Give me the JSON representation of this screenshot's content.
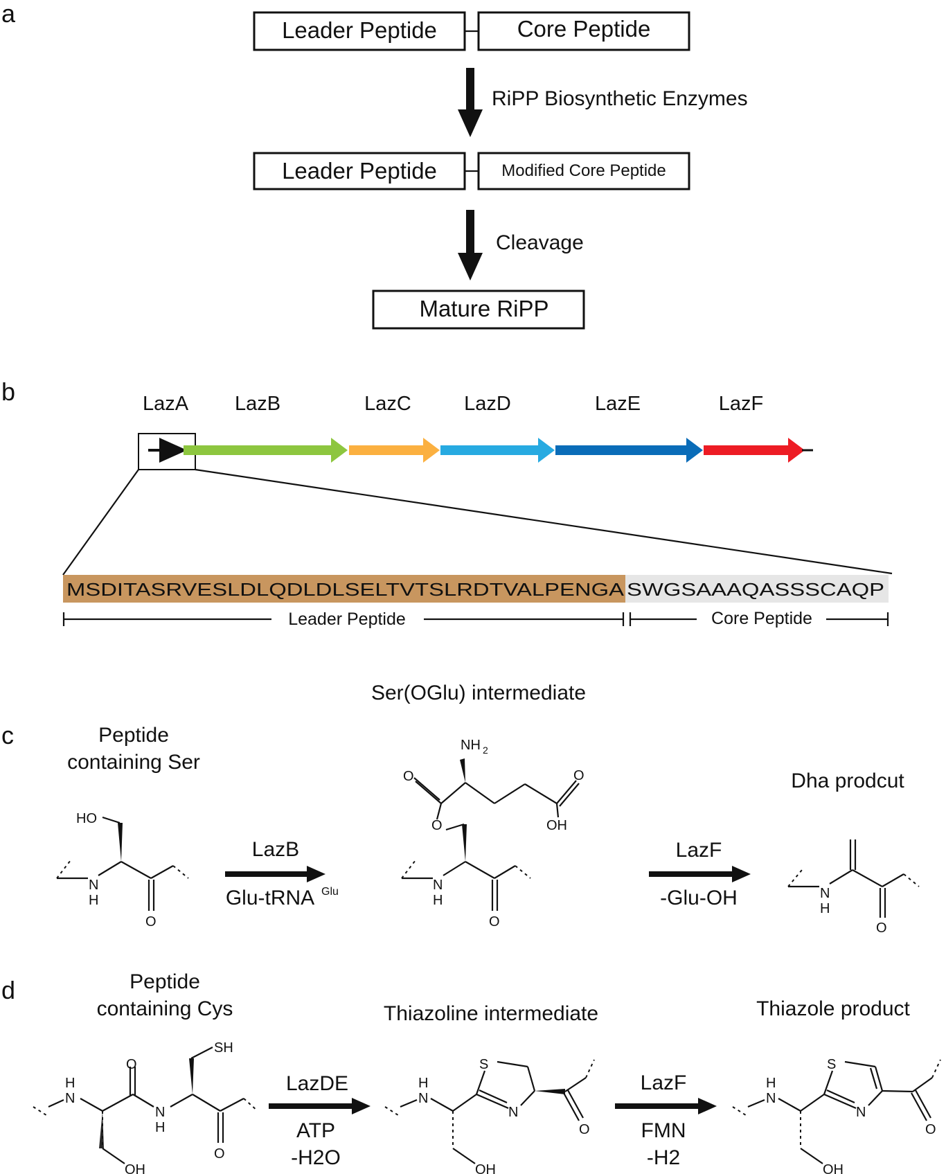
{
  "panel_labels": {
    "a": "a",
    "b": "b",
    "c": "c",
    "d": "d"
  },
  "panel_a": {
    "leader_peptide": "Leader Peptide",
    "core_peptide": "Core Peptide",
    "step1_label": "RiPP Biosynthetic Enzymes",
    "modified_core_peptide": "Modified Core Peptide",
    "step2_label": "Cleavage",
    "mature": "Mature RiPP"
  },
  "panel_b": {
    "genes": [
      {
        "name": "LazA",
        "color": "#111111"
      },
      {
        "name": "LazB",
        "color": "#8dc63f"
      },
      {
        "name": "LazC",
        "color": "#fbb040"
      },
      {
        "name": "LazD",
        "color": "#27aae1"
      },
      {
        "name": "LazE",
        "color": "#0a6cb8"
      },
      {
        "name": "LazF",
        "color": "#ed1c24"
      }
    ],
    "leader_sequence": "MSDITASRVESLDLQDLDLSELTVTSLRDTVALPENGA",
    "core_sequence": "SWGSAAAQASSSCAQP",
    "leader_color": "#c8965f",
    "core_color": "#e6e6e6",
    "leader_label": "Leader Peptide",
    "core_label": "Core Peptide"
  },
  "panel_c": {
    "intermediate_title": "Ser(OGlu) intermediate",
    "start_title_1": "Peptide",
    "start_title_2": "containing Ser",
    "enzyme1": "LazB",
    "cofactor1": "Glu-tRNA",
    "cofactor1_sup": "Glu",
    "enzyme2": "LazF",
    "cofactor2": "-Glu-OH",
    "product_title": "Dha prodcut",
    "atoms": {
      "HO": "HO",
      "N": "N",
      "H": "H",
      "O": "O",
      "NH": "NH",
      "sub2": "2",
      "OH": "OH"
    }
  },
  "panel_d": {
    "start_title_1": "Peptide",
    "start_title_2": "containing Cys",
    "intermediate_title": "Thiazoline intermediate",
    "product_title": "Thiazole product",
    "enzyme1": "LazDE",
    "cofactor1a": "ATP",
    "cofactor1b": "-H2O",
    "enzyme2": "LazF",
    "cofactor2a": "FMN",
    "cofactor2b": "-H2",
    "atoms": {
      "SH": "SH",
      "S": "S",
      "N": "N",
      "H": "H",
      "O": "O",
      "OH": "OH"
    }
  }
}
